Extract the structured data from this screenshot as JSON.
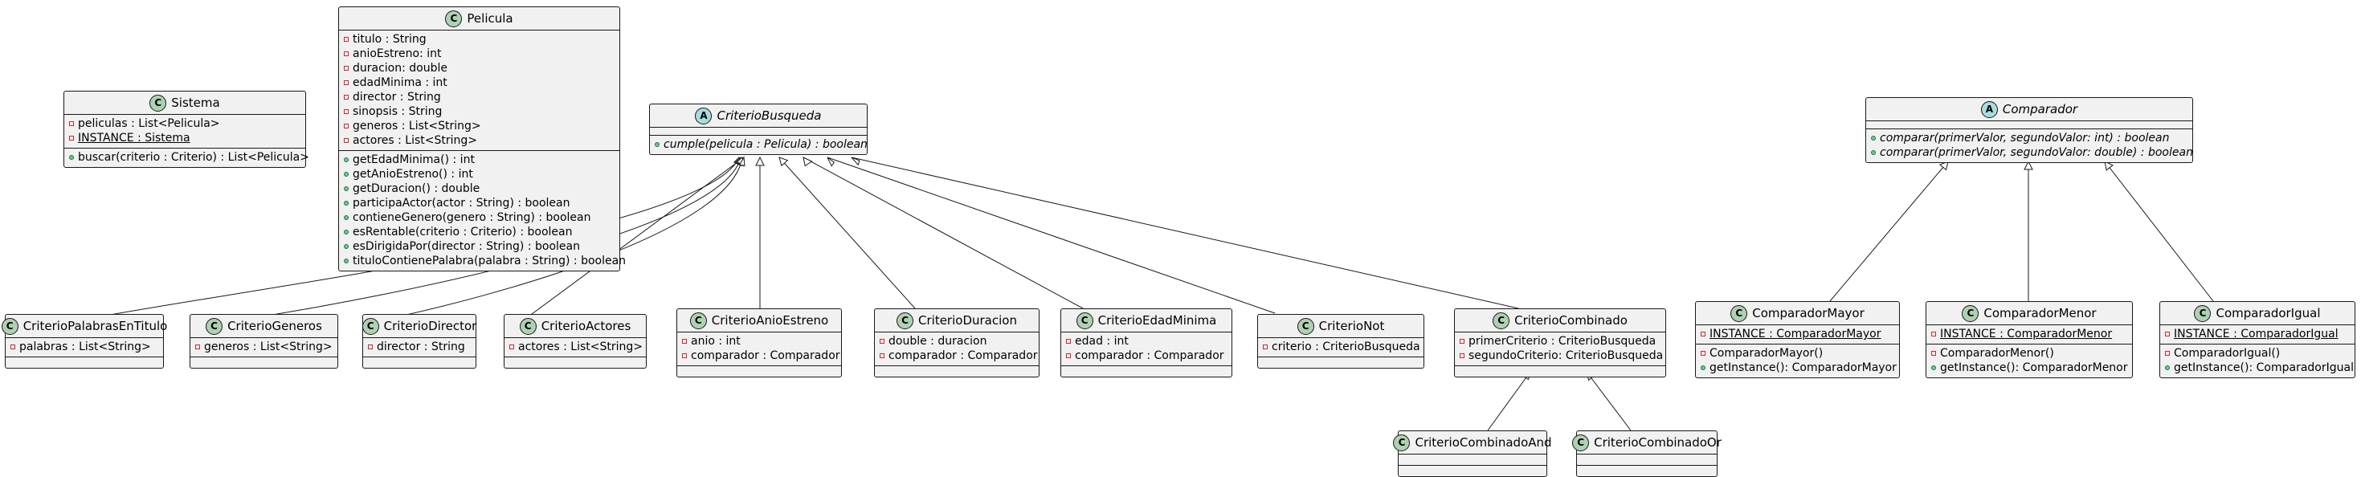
{
  "classes": {
    "sistema": {
      "name": "Sistema",
      "kind": "C",
      "fields": [
        {
          "vis": "private",
          "text": "peliculas : List<Pelicula>"
        },
        {
          "vis": "private",
          "text": "INSTANCE : Sistema",
          "static": true
        }
      ],
      "methods": [
        {
          "vis": "public",
          "text": "buscar(criterio : Criterio) : List<Pelicula>"
        }
      ]
    },
    "pelicula": {
      "name": "Pelicula",
      "kind": "C",
      "fields": [
        {
          "vis": "private",
          "text": "titulo : String"
        },
        {
          "vis": "private",
          "text": "anioEstreno: int"
        },
        {
          "vis": "private",
          "text": "duracion: double"
        },
        {
          "vis": "private",
          "text": "edadMinima : int"
        },
        {
          "vis": "private",
          "text": "director : String"
        },
        {
          "vis": "private",
          "text": "sinopsis : String"
        },
        {
          "vis": "private",
          "text": "generos : List<String>"
        },
        {
          "vis": "private",
          "text": "actores : List<String>"
        }
      ],
      "methods": [
        {
          "vis": "public",
          "text": "getEdadMinima() : int"
        },
        {
          "vis": "public",
          "text": "getAnioEstreno() : int"
        },
        {
          "vis": "public",
          "text": "getDuracion() : double"
        },
        {
          "vis": "public",
          "text": "participaActor(actor : String) : boolean"
        },
        {
          "vis": "public",
          "text": "contieneGenero(genero : String) : boolean"
        },
        {
          "vis": "public",
          "text": "esRentable(criterio : Criterio) : boolean"
        },
        {
          "vis": "public",
          "text": "esDirigidaPor(director : String) : boolean"
        },
        {
          "vis": "public",
          "text": "tituloContienePalabra(palabra : String) : boolean"
        }
      ]
    },
    "criterioBusqueda": {
      "name": "CriterioBusqueda",
      "kind": "A",
      "fields": [],
      "methods": [
        {
          "vis": "public",
          "text": "cumple(pelicula : Pelicula) : boolean",
          "abstract": true
        }
      ]
    },
    "comparador": {
      "name": "Comparador",
      "kind": "A",
      "fields": [],
      "methods": [
        {
          "vis": "public",
          "text": "comparar(primerValor, segundoValor: int) : boolean",
          "abstract": true
        },
        {
          "vis": "public",
          "text": "comparar(primerValor, segundoValor: double) : boolean",
          "abstract": true
        }
      ]
    },
    "palabrasEnTitulo": {
      "name": "CriterioPalabrasEnTitulo",
      "kind": "C",
      "fields": [
        {
          "vis": "private",
          "text": "palabras : List<String>"
        }
      ],
      "methods": []
    },
    "generos": {
      "name": "CriterioGeneros",
      "kind": "C",
      "fields": [
        {
          "vis": "private",
          "text": "generos : List<String>"
        }
      ],
      "methods": []
    },
    "director": {
      "name": "CriterioDirector",
      "kind": "C",
      "fields": [
        {
          "vis": "private",
          "text": "director : String"
        }
      ],
      "methods": []
    },
    "actores": {
      "name": "CriterioActores",
      "kind": "C",
      "fields": [
        {
          "vis": "private",
          "text": "actores : List<String>"
        }
      ],
      "methods": []
    },
    "anioEstreno": {
      "name": "CriterioAnioEstreno",
      "kind": "C",
      "fields": [
        {
          "vis": "private",
          "text": "anio : int"
        },
        {
          "vis": "private",
          "text": "comparador : Comparador"
        }
      ],
      "methods": []
    },
    "duracion": {
      "name": "CriterioDuracion",
      "kind": "C",
      "fields": [
        {
          "vis": "private",
          "text": "double : duracion"
        },
        {
          "vis": "private",
          "text": "comparador : Comparador"
        }
      ],
      "methods": []
    },
    "edadMinima": {
      "name": "CriterioEdadMinima",
      "kind": "C",
      "fields": [
        {
          "vis": "private",
          "text": "edad : int"
        },
        {
          "vis": "private",
          "text": "comparador : Comparador"
        }
      ],
      "methods": []
    },
    "not": {
      "name": "CriterioNot",
      "kind": "C",
      "fields": [
        {
          "vis": "private",
          "text": "criterio : CriterioBusqueda"
        }
      ],
      "methods": []
    },
    "combinado": {
      "name": "CriterioCombinado",
      "kind": "C",
      "fields": [
        {
          "vis": "private",
          "text": "primerCriterio : CriterioBusqueda"
        },
        {
          "vis": "private",
          "text": "segundoCriterio: CriterioBusqueda"
        }
      ],
      "methods": []
    },
    "combinadoAnd": {
      "name": "CriterioCombinadoAnd",
      "kind": "C",
      "fields": [],
      "methods": []
    },
    "combinadoOr": {
      "name": "CriterioCombinadoOr",
      "kind": "C",
      "fields": [],
      "methods": []
    },
    "comparadorMayor": {
      "name": "ComparadorMayor",
      "kind": "C",
      "fields": [
        {
          "vis": "private",
          "text": "INSTANCE : ComparadorMayor",
          "static": true
        }
      ],
      "methods": [
        {
          "vis": "private",
          "text": "ComparadorMayor()"
        },
        {
          "vis": "public",
          "text": "getInstance(): ComparadorMayor"
        }
      ]
    },
    "comparadorMenor": {
      "name": "ComparadorMenor",
      "kind": "C",
      "fields": [
        {
          "vis": "private",
          "text": "INSTANCE : ComparadorMenor",
          "static": true
        }
      ],
      "methods": [
        {
          "vis": "private",
          "text": "ComparadorMenor()"
        },
        {
          "vis": "public",
          "text": "getInstance(): ComparadorMenor"
        }
      ]
    },
    "comparadorIgual": {
      "name": "ComparadorIgual",
      "kind": "C",
      "fields": [
        {
          "vis": "private",
          "text": "INSTANCE : ComparadorIgual",
          "static": true
        }
      ],
      "methods": [
        {
          "vis": "private",
          "text": "ComparadorIgual()"
        },
        {
          "vis": "public",
          "text": "getInstance(): ComparadorIgual"
        }
      ]
    }
  },
  "colors": {
    "box_fill": "#f1f1f1",
    "border": "#181818",
    "class_badge": "#add1b2",
    "abstract_badge": "#a9dcdf",
    "private_marker": "#c82930",
    "public_marker": "#84be84"
  }
}
